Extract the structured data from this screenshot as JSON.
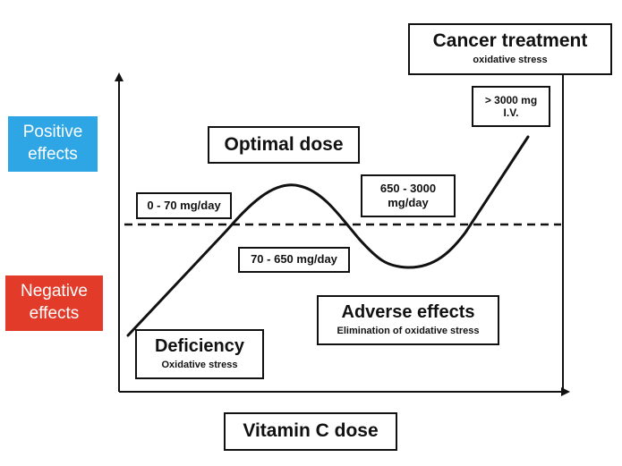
{
  "colors": {
    "positive": "#2ea6e6",
    "negative": "#e23b2a",
    "ink": "#111111"
  },
  "side_labels": {
    "positive": [
      "Positive",
      "effects"
    ],
    "negative": [
      "Negative",
      "effects"
    ]
  },
  "axis": {
    "x_label": "Vitamin C dose"
  },
  "regions": {
    "cancer": {
      "title": "Cancer treatment",
      "subtitle": "oxidative stress"
    },
    "high_iv": {
      "line1": "> 3000 mg",
      "line2": "I.V."
    },
    "optimal": {
      "title": "Optimal dose"
    },
    "low_range": {
      "text": "0 - 70 mg/day"
    },
    "mid_range": {
      "text": "70 - 650 mg/day"
    },
    "high_range": {
      "line1": "650 - 3000",
      "line2": "mg/day"
    },
    "adverse": {
      "title": "Adverse effects",
      "subtitle": "Elimination of oxidative stress"
    },
    "deficiency": {
      "title": "Deficiency",
      "subtitle": "Oxidative stress"
    }
  }
}
